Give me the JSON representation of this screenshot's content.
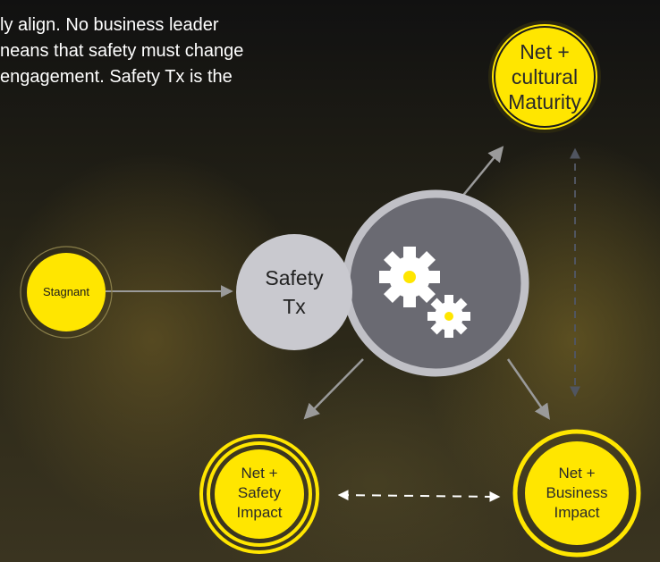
{
  "intro_lines": [
    "ly align. No business leader",
    "neans that safety must change",
    "engagement. Safety Tx is the"
  ],
  "nodes": {
    "stagnant": "Stagnant",
    "safety_tx": [
      "Safety",
      "Tx"
    ],
    "cultural_maturity": [
      "Net +",
      "cultural",
      "Maturity"
    ],
    "safety_impact": [
      "Net +",
      "Safety",
      "Impact"
    ],
    "business_impact": [
      "Net +",
      "Business",
      "Impact"
    ]
  },
  "colors": {
    "yellow": "#ffe600",
    "grey_circle": "#c9c9cf",
    "hub_fill": "#6a6a72",
    "hub_ring": "#c0c0c6",
    "arrow": "#9a9a9a"
  },
  "icons": [
    "gear-icon",
    "gear-icon"
  ]
}
